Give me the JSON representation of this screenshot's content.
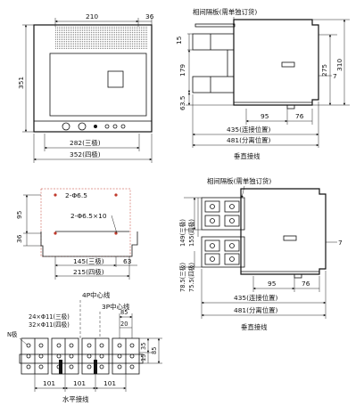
{
  "front_view": {
    "width_top": "210",
    "offset_top": "36",
    "height_left": "351",
    "width_3pole": "282(三极)",
    "width_4pole": "352(四极)"
  },
  "side_view_top": {
    "partition_label": "相间隔板(需单独订货)",
    "dim_15": "15",
    "dim_179": "179",
    "dim_63_5": "63.5",
    "dim_275": "275",
    "dim_310": "310",
    "dim_7": "7",
    "dim_95": "95",
    "dim_76": "76",
    "dim_435": "435(连接位置)",
    "dim_481": "481(分离位置)",
    "caption": "垂直接线"
  },
  "mount_view": {
    "dim_95": "95",
    "dim_36": "36",
    "hole1": "2-Φ6.5",
    "hole2": "2-Φ6.5×10",
    "width_3pole": "145(三极)",
    "width_4pole": "215(四极)",
    "dim_63": "63"
  },
  "side_view_bottom": {
    "partition_label": "相间隔板(需单独订货)",
    "dim_149": "149(三极)",
    "dim_155": "155(四极)",
    "dim_78_5": "78.5(三极)",
    "dim_75_5": "75.5(四极)",
    "dim_7": "7",
    "dim_95": "95",
    "dim_76": "76",
    "dim_435": "435(连接位置)",
    "dim_481": "481(分离位置)",
    "caption": "垂直接线"
  },
  "horizontal_view": {
    "center_4p": "4P中心线",
    "center_3p": "3P中心线",
    "holes_3pole": "24×Φ11(三极)",
    "holes_4pole": "32×Φ11(四极)",
    "n_pole": "N极",
    "dim_85": "85",
    "dim_20": "20",
    "dim_35": "35",
    "dim_15": "15",
    "dim_101": "101",
    "caption": "水平接线"
  }
}
